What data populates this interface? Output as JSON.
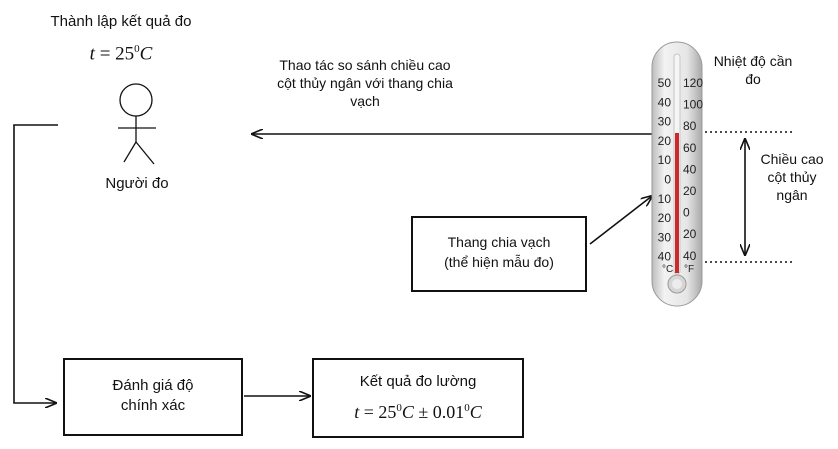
{
  "header": {
    "title": "Thành lập kết quả đo",
    "formula": {
      "var": "t",
      "eq": "=",
      "value": "25",
      "unit_sup": "0",
      "unit": "C"
    }
  },
  "person": {
    "label": "Người đo"
  },
  "action": {
    "lines": [
      "Thao tác so sánh chiều cao",
      "cột thủy ngân với thang chia",
      "vạch"
    ]
  },
  "thermometer": {
    "top_label": [
      "Nhiệt độ cần",
      "đo"
    ],
    "height_label": [
      "Chiều cao",
      "cột thủy",
      "ngân"
    ],
    "celsius_ticks": [
      "50",
      "40",
      "30",
      "20",
      "10",
      "0",
      "10",
      "20",
      "30",
      "40"
    ],
    "fahrenheit_ticks": [
      "120",
      "100",
      "80",
      "60",
      "40",
      "20",
      "0",
      "20",
      "40"
    ],
    "celsius_unit": "°C",
    "fahrenheit_unit": "°F",
    "mercury_color": "#cc2a2a"
  },
  "scale_box": {
    "lines": [
      "Thang chia vạch",
      "(thể hiện mẫu đo)"
    ]
  },
  "accuracy_box": {
    "lines": [
      "Đánh giá độ",
      "chính xác"
    ]
  },
  "result_box": {
    "title": "Kết quả đo lường",
    "formula": {
      "var": "t",
      "eq": "=",
      "value": "25",
      "unit_sup": "0",
      "unit": "C",
      "pm": "± 0.01",
      "pm_sup": "0",
      "pm_unit": "C"
    }
  }
}
